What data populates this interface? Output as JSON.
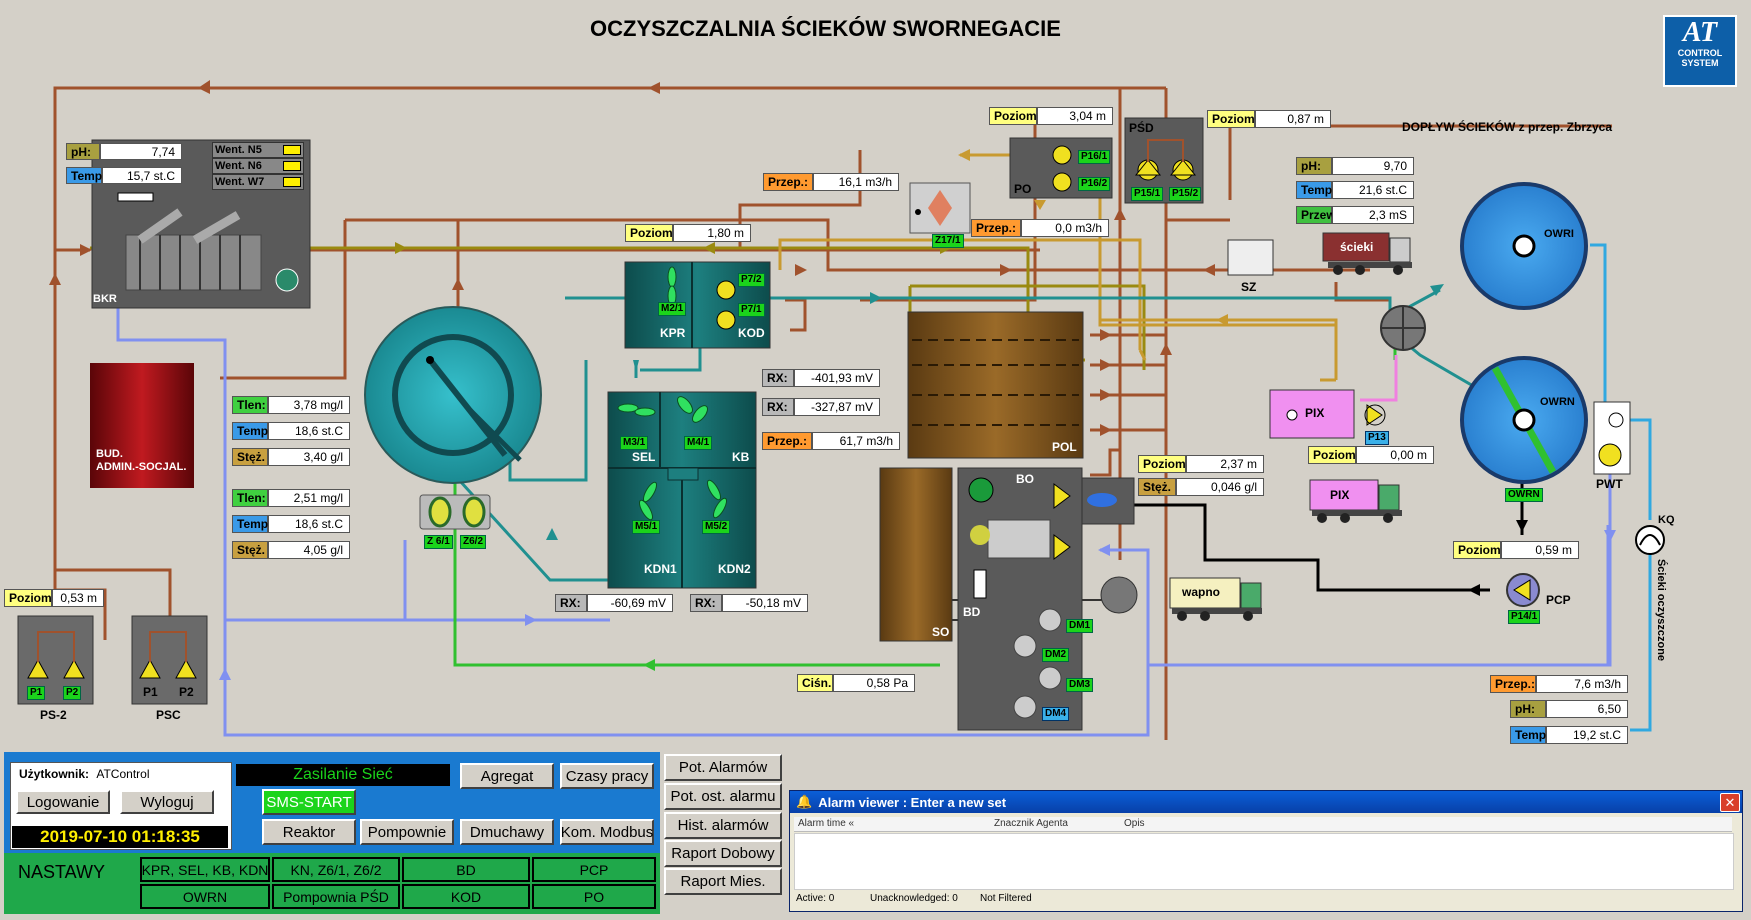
{
  "title": "OCZYSZCZALNIA ŚCIEKÓW SWORNEGACIE",
  "logo": {
    "line1": "AT",
    "line2": "CONTROL",
    "line3": "SYSTEM"
  },
  "inflow_label": "DOPŁYW ŚCIEKÓW z przep. Zbrzyca",
  "bkr": {
    "ph_label": "pH:",
    "ph": "7,74",
    "temp_label": "Temp.",
    "temp": "15,7 st.C",
    "vents": [
      "Went. N5",
      "Went. N6",
      "Went. W7"
    ],
    "name": "BKR"
  },
  "bud": {
    "line1": "BUD.",
    "line2": "ADMIN.-SOCJAL."
  },
  "reactor1": {
    "tlen_label": "Tlen:",
    "tlen": "3,78 mg/l",
    "temp_label": "Temp.",
    "temp": "18,6 st.C",
    "stez_label": "Stęż.",
    "stez": "3,40 g/l"
  },
  "reactor2": {
    "tlen_label": "Tlen:",
    "tlen": "2,51 mg/l",
    "temp_label": "Temp.",
    "temp": "18,6 st.C",
    "stez_label": "Stęż.",
    "stez": "4,05 g/l"
  },
  "z_tags": [
    "Z 6/1",
    "Z6/2"
  ],
  "ps2": {
    "poziom_label": "Poziom",
    "poziom": "0,53 m",
    "pumps": [
      "P1",
      "P2"
    ],
    "name": "PS-2"
  },
  "psc": {
    "pumps": [
      "P1",
      "P2"
    ],
    "name": "PSC"
  },
  "kpr": {
    "poziom_label": "Poziom",
    "poziom": "1,80 m",
    "m": "M2/1",
    "name_kpr": "KPR",
    "name_kod": "KOD",
    "pumps": [
      "P7/2",
      "P7/1"
    ]
  },
  "rx": {
    "label": "RX:",
    "v1": "-401,93  mV",
    "v2": "-327,87  mV",
    "v3": "-60,69  mV",
    "v4": "-50,18  mV"
  },
  "przep_kb": {
    "label": "Przep.:",
    "value": "61,7  m3/h"
  },
  "bio": {
    "m31": "M3/1",
    "m41": "M4/1",
    "m51": "M5/1",
    "m52": "M5/2",
    "sel": "SEL",
    "kb": "KB",
    "kdn1": "KDN1",
    "kdn2": "KDN2"
  },
  "po": {
    "poziom_label": "Poziom",
    "poziom": "3,04 m",
    "name": "PO",
    "pumps": [
      "P16/1",
      "P16/2"
    ]
  },
  "z17": {
    "przep_label": "Przep.:",
    "przep": "16,1  m3/h",
    "tag": "Z17/1",
    "przep2_label": "Przep.:",
    "przep2": "0,0  m3/h"
  },
  "psd": {
    "name": "PŚD",
    "poziom_label": "Poziom",
    "poziom": "0,87 m",
    "pumps": [
      "P15/1",
      "P15/2"
    ]
  },
  "inflow": {
    "ph_label": "pH:",
    "ph": "9,70",
    "temp_label": "Temp.",
    "temp": "21,6 st.C",
    "przew_label": "Przew",
    "przew": "2,3 mS"
  },
  "sz": {
    "name": "SZ",
    "truck": "ścieki"
  },
  "pol": {
    "name": "POL"
  },
  "so": {
    "name": "SO"
  },
  "bo": {
    "name_bo": "BO",
    "name_bd": "BD",
    "poziom_label": "Poziom",
    "poziom": "2,37 m",
    "stez_label": "Stęż.",
    "stez": "0,046 g/l",
    "dm": [
      "DM1",
      "DM2",
      "DM3",
      "DM4"
    ],
    "cisn_label": "Ciśn.",
    "cisn": "0,58 Pa"
  },
  "pix": {
    "name": "PIX",
    "pump": "P13",
    "poziom_label": "Poziom",
    "poziom": "0,00 m",
    "truck": "PIX"
  },
  "wapno": {
    "truck": "wapno"
  },
  "owri": {
    "name": "OWRI"
  },
  "owrn": {
    "name": "OWRN",
    "tag": "OWRN"
  },
  "pwt": {
    "name": "PWT"
  },
  "pcp": {
    "poziom_label": "Poziom",
    "poziom": "0,59 m",
    "name": "PCP",
    "pump": "P14/1"
  },
  "kq": {
    "name": "KQ",
    "outflow": "Ścieki oczyszczone"
  },
  "outlet": {
    "przep_label": "Przep.:",
    "przep": "7,6  m3/h",
    "ph_label": "pH:",
    "ph": "6,50",
    "temp_label": "Temp.",
    "temp": "19,2 st.C"
  },
  "panel": {
    "user_label": "Użytkownik:",
    "user": "ATControl",
    "login": "Logowanie",
    "logout": "Wyloguj",
    "datetime": "2019-07-10 01:18:35",
    "zasilanie": "Zasilanie Sieć",
    "sms": "SMS-START",
    "agregat": "Agregat",
    "czasy": "Czasy pracy",
    "reaktor": "Reaktor",
    "pompownie": "Pompownie",
    "dmuchawy": "Dmuchawy",
    "modbus": "Kom. Modbus",
    "nastawy": "NASTAWY",
    "n1": "KPR, SEL, KB, KDN",
    "n2": "KN, Z6/1, Z6/2",
    "n3": "BD",
    "n4": "PCP",
    "n5": "OWRN",
    "n6": "Pompownia PŚD",
    "n7": "KOD",
    "n8": "PO"
  },
  "alarm_buttons": [
    "Pot. Alarmów",
    "Pot. ost. alarmu",
    "Hist. alarmów",
    "Raport Dobowy",
    "Raport Mies."
  ],
  "alarm_viewer": {
    "title": "Alarm viewer : Enter a new set",
    "col1": "Alarm time «",
    "col2": "Znacznik Agenta",
    "col3": "Opis",
    "active": "Active: 0",
    "unack": "Unacknowledged: 0",
    "filter": "Not Filtered"
  },
  "colors": {
    "pipe_brown": "#a0522d",
    "pipe_olive": "#9a8a10",
    "pipe_gold": "#c89a30",
    "pipe_teal": "#209090",
    "pipe_blue": "#8090f0",
    "pipe_green": "#30c030",
    "pipe_cyan": "#30a8e0",
    "label_yellow": "#ffff80",
    "label_orange": "#ff9a30",
    "label_olive": "#a8a040",
    "label_green": "#40d040",
    "label_blue": "#3a9ae8"
  }
}
